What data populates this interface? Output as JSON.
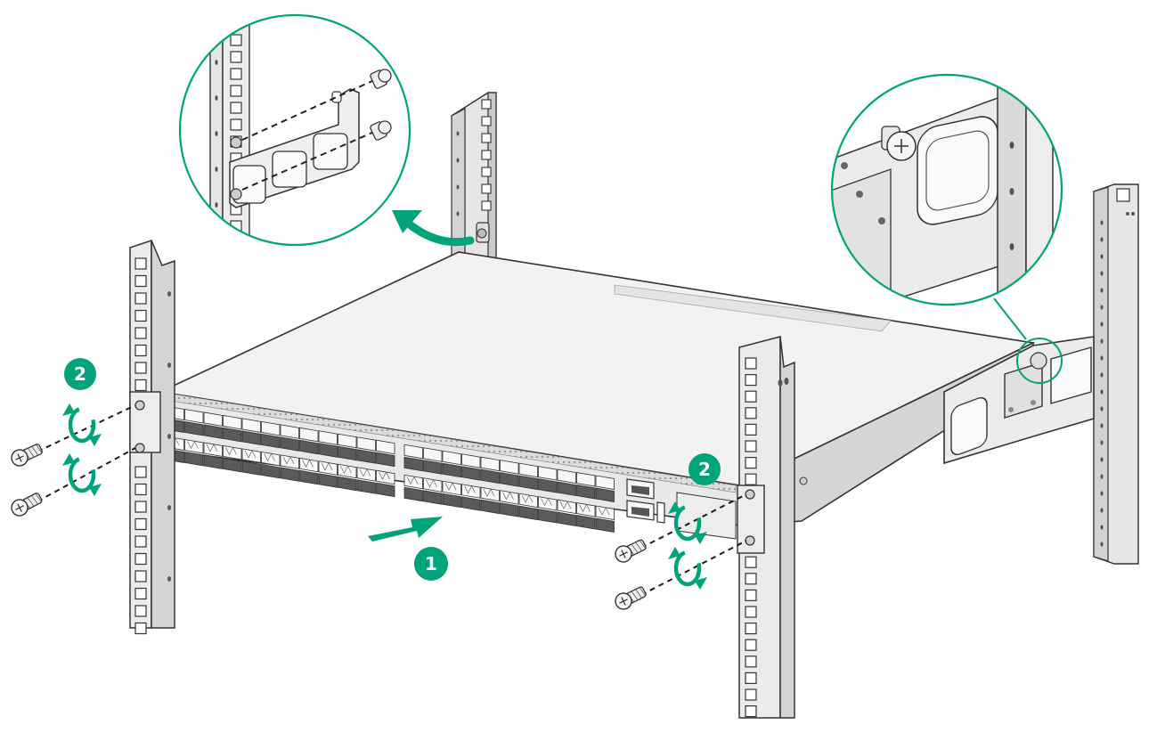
{
  "steps": {
    "insert": "1",
    "fasten_left": "2",
    "fasten_right": "2"
  },
  "colors": {
    "accent": "#00a37a",
    "outline": "#333333",
    "metal": "#e6e6e6",
    "metal_shade": "#c9c9c9"
  },
  "icons": {
    "insert_arrow": "arrow-right-up-icon",
    "rotate": "clockwise-rotation-icon",
    "screw": "screw-icon",
    "callout": "magnifier-callout-circle"
  }
}
